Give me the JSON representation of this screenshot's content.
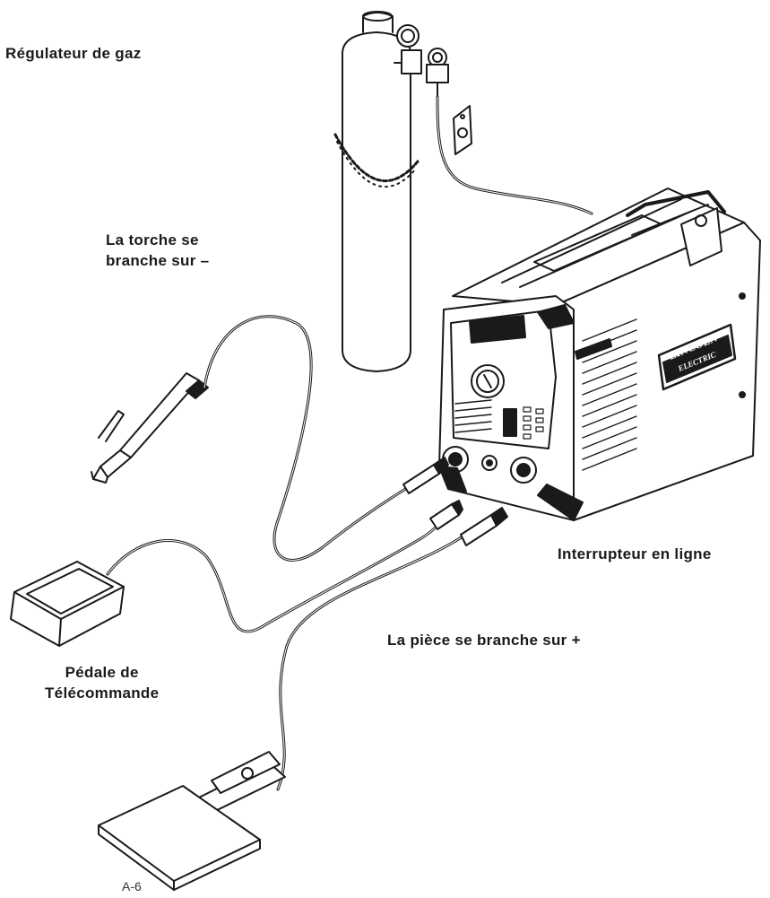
{
  "labels": {
    "gas_regulator": "Régulateur de gaz",
    "torch_line1": "La torche se",
    "torch_line2": "branche sur –",
    "inline_switch": "Interrupteur en ligne",
    "work_lead": "La pièce se branche sur +",
    "pedal_line1": "Pédale de",
    "pedal_line2": "Télécommande"
  },
  "logo": {
    "line1": "LINCOLN",
    "line2": "ELECTRIC"
  },
  "page_number": "A-6",
  "colors": {
    "line": "#1a1a1a",
    "text": "#1a1a1a",
    "background": "#ffffff"
  }
}
